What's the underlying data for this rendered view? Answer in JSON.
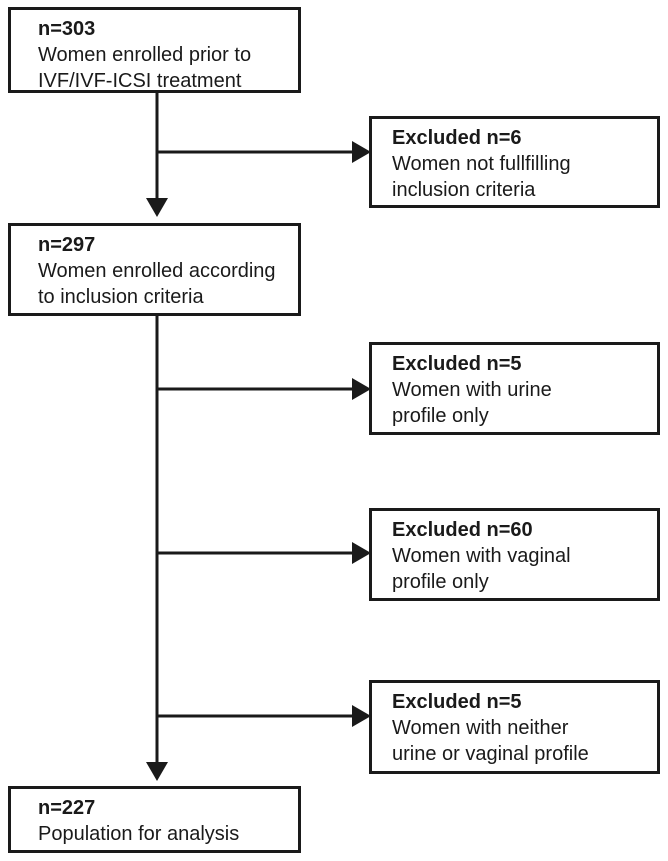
{
  "main_boxes": [
    {
      "title": "n=303",
      "lines": [
        "Women enrolled prior to",
        "IVF/IVF-ICSI treatment"
      ]
    },
    {
      "title": "n=297",
      "lines": [
        "Women enrolled according",
        "to inclusion criteria"
      ]
    },
    {
      "title": "n=227",
      "lines": [
        "Population for analysis"
      ]
    }
  ],
  "excluded_boxes": [
    {
      "title": "Excluded n=6",
      "lines": [
        "Women not fullfilling",
        "inclusion criteria"
      ]
    },
    {
      "title": "Excluded n=5",
      "lines": [
        "Women with urine",
        "profile only"
      ]
    },
    {
      "title": "Excluded n=60",
      "lines": [
        "Women with vaginal",
        "profile only"
      ]
    },
    {
      "title": "Excluded n=5",
      "lines": [
        "Women with neither",
        "urine or vaginal profile"
      ]
    }
  ],
  "colors": {
    "stroke": "#1a1a1a",
    "background": "#ffffff"
  }
}
